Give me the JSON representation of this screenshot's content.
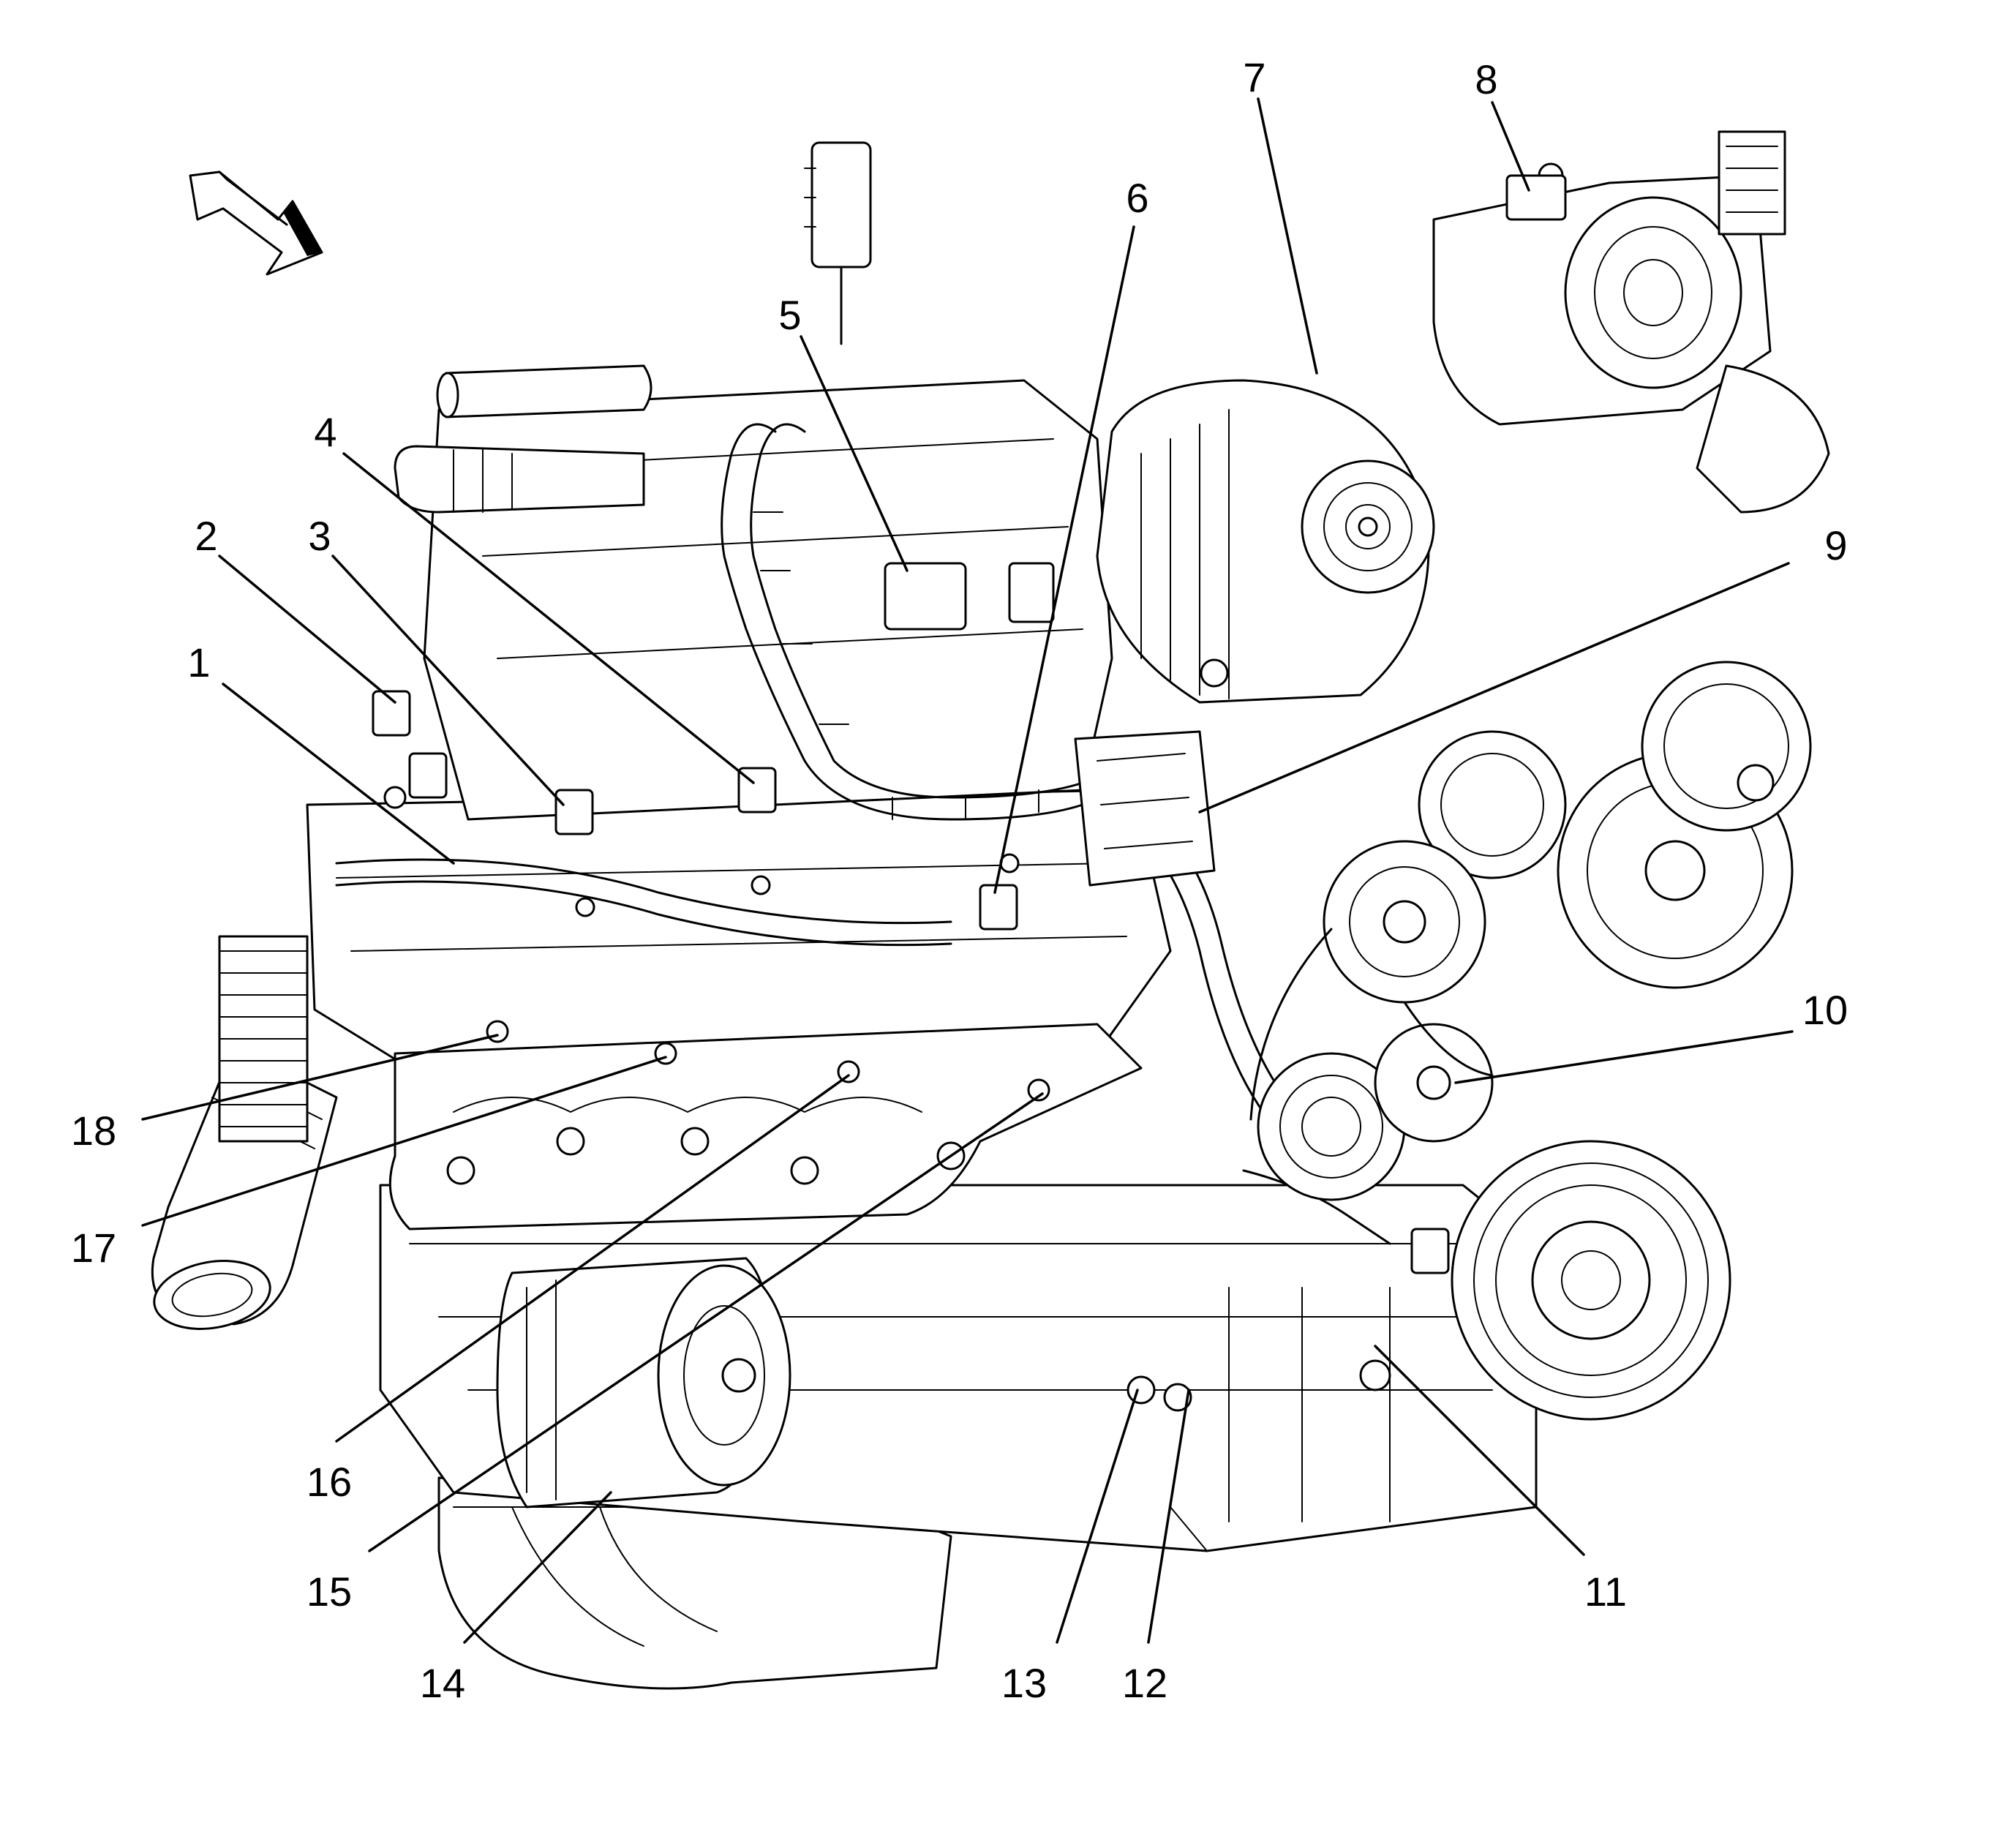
{
  "callouts": [
    {
      "id": "1",
      "text": "1"
    },
    {
      "id": "2",
      "text": "2"
    },
    {
      "id": "3",
      "text": "3"
    },
    {
      "id": "4",
      "text": "4"
    },
    {
      "id": "5",
      "text": "5"
    },
    {
      "id": "6",
      "text": "6"
    },
    {
      "id": "7",
      "text": "7"
    },
    {
      "id": "8",
      "text": "8"
    },
    {
      "id": "9",
      "text": "9"
    },
    {
      "id": "10",
      "text": "10"
    },
    {
      "id": "11",
      "text": "11"
    },
    {
      "id": "12",
      "text": "12"
    },
    {
      "id": "13",
      "text": "13"
    },
    {
      "id": "14",
      "text": "14"
    },
    {
      "id": "15",
      "text": "15"
    },
    {
      "id": "16",
      "text": "16"
    },
    {
      "id": "17",
      "text": "17"
    },
    {
      "id": "18",
      "text": "18"
    }
  ],
  "icons": {
    "view_direction": "view-direction-arrow-icon"
  }
}
